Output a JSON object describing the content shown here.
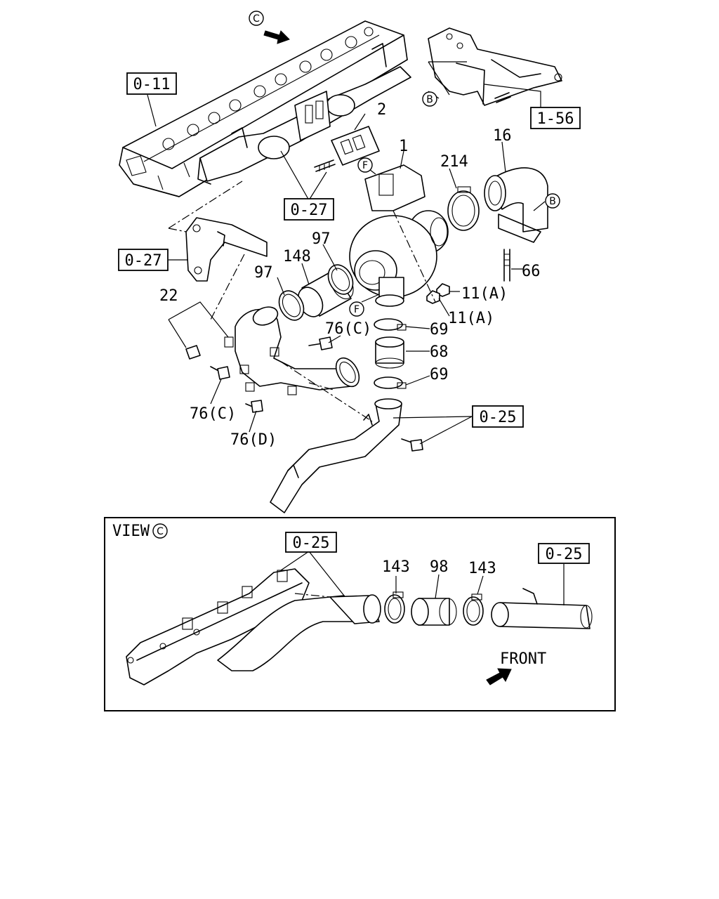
{
  "refs": {
    "r011": "0-11",
    "r156": "1-56",
    "r027a": "0-27",
    "r027b": "0-27",
    "r025a": "0-25",
    "r025b": "0-25",
    "r025c": "0-25"
  },
  "parts": {
    "p1": "1",
    "p2": "2",
    "p16": "16",
    "p214": "214",
    "p66": "66",
    "p11a": "11(A)",
    "p11b": "11(A)",
    "p97a": "97",
    "p97b": "97",
    "p148": "148",
    "p22": "22",
    "p76c1": "76(C)",
    "p76c2": "76(C)",
    "p76d": "76(D)",
    "p69a": "69",
    "p68": "68",
    "p69b": "69",
    "p143a": "143",
    "p98": "98",
    "p143b": "143"
  },
  "markers": {
    "c": "C",
    "b1": "B",
    "b2": "B",
    "f1": "F",
    "f2": "F",
    "view_c": "C"
  },
  "view": {
    "title": "VIEW",
    "front": "FRONT"
  }
}
